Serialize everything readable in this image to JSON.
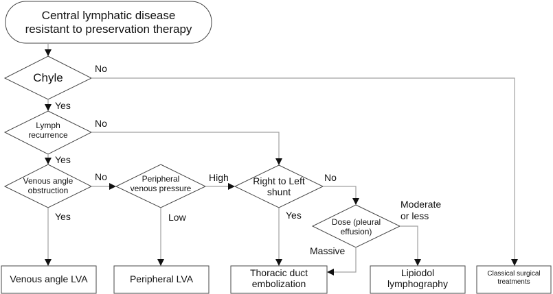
{
  "start": {
    "line1": "Central lymphatic disease",
    "line2": "resistant to preservation therapy"
  },
  "decisions": {
    "chyle": {
      "label": "Chyle",
      "yes": "Yes",
      "no": "No"
    },
    "lymph_recurrence": {
      "line1": "Lymph",
      "line2": "recurrence",
      "yes": "Yes",
      "no": "No"
    },
    "venous_angle_obstruction": {
      "line1": "Venous angle",
      "line2": "obstruction",
      "yes": "Yes",
      "no": "No"
    },
    "peripheral_venous_pressure": {
      "line1": "Peripheral",
      "line2": "venous pressure",
      "high": "High",
      "low": "Low"
    },
    "right_to_left_shunt": {
      "line1": "Right to Left",
      "line2": "shunt",
      "yes": "Yes",
      "no": "No"
    },
    "dose": {
      "line1": "Dose (pleural",
      "line2": "effusion)",
      "massive": "Massive",
      "moderate_line1": "Moderate",
      "moderate_line2": "or less"
    }
  },
  "outcomes": {
    "venous_angle_lva": "Venous angle LVA",
    "peripheral_lva": "Peripheral LVA",
    "thoracic_duct_line1": "Thoracic duct",
    "thoracic_duct_line2": "embolization",
    "lipiodol_line1": "Lipiodol",
    "lipiodol_line2": "lymphography",
    "classical_line1": "Classical surgical",
    "classical_line2": "treatments"
  },
  "colors": {
    "stroke": "#444444",
    "connector": "#a0a0a0",
    "arrow": "#111111"
  }
}
